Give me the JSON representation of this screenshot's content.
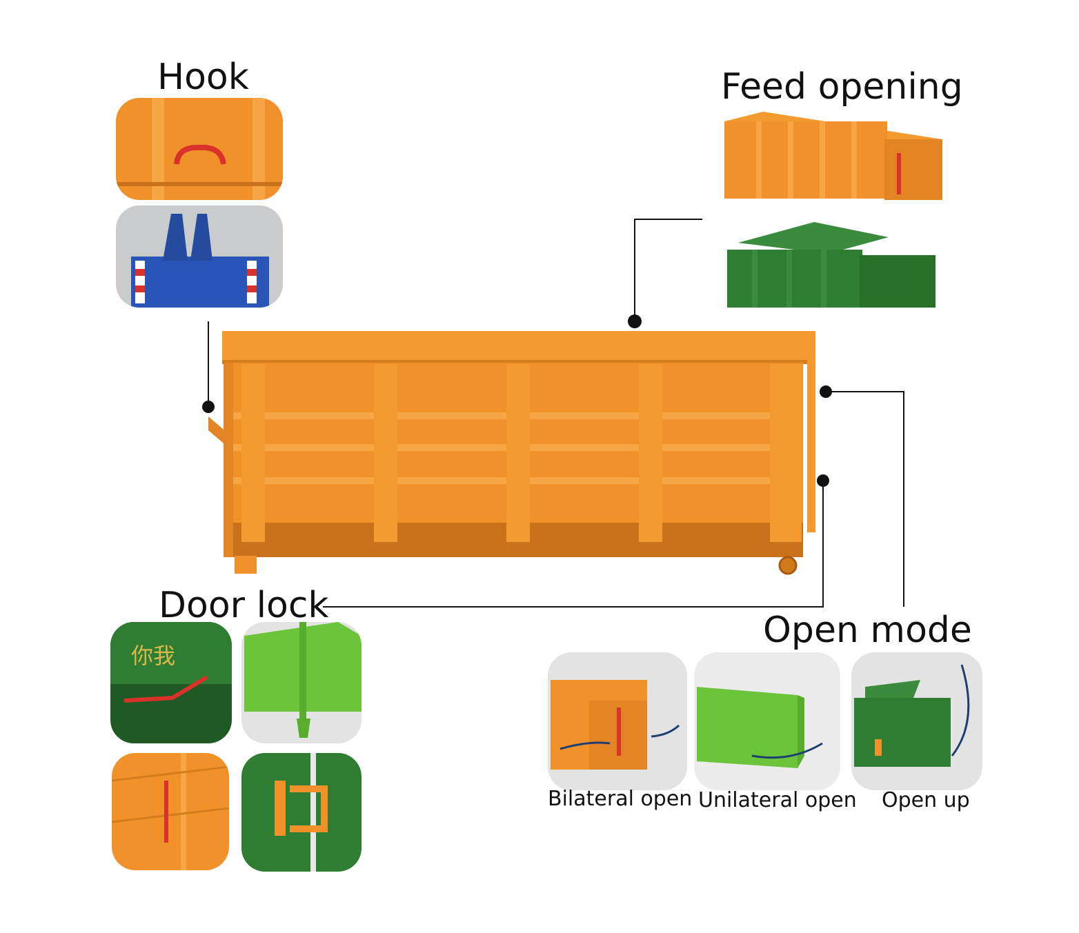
{
  "labels": {
    "hook": "Hook",
    "feed_opening": "Feed opening",
    "door_lock": "Door lock",
    "open_mode": "Open mode"
  },
  "open_modes": [
    {
      "label": "Bilateral open"
    },
    {
      "label": "Unilateral open"
    },
    {
      "label": "Open up"
    }
  ],
  "door_lock_text": "你我",
  "colors": {
    "orange": "#f0912a",
    "orange_dark": "#c8701a",
    "green_dark": "#2f7d32",
    "green_light": "#6cc43a",
    "blue": "#2a55b8",
    "red": "#d8322a",
    "arrow": "#1d3f72",
    "tile_bg": "#e3e3e3"
  }
}
